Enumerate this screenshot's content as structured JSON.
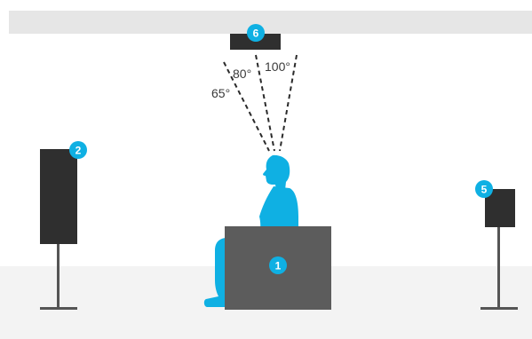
{
  "colors": {
    "ceiling": "#e6e6e6",
    "wall": "#ffffff",
    "floor": "#f3f3f3",
    "speaker": "#2f2f2f",
    "seat": "#5c5c5c",
    "listener": "#0fb0e3",
    "badge": "#0fb0e3",
    "stand": "#555555",
    "line": "#2a2a2a"
  },
  "badges": {
    "seat": "1",
    "front_left": "2",
    "surround": "5",
    "overhead": "6"
  },
  "angles": {
    "a65": "65°",
    "a80": "80°",
    "a100": "100°"
  },
  "icons": {
    "listener": "seated-person-silhouette"
  }
}
